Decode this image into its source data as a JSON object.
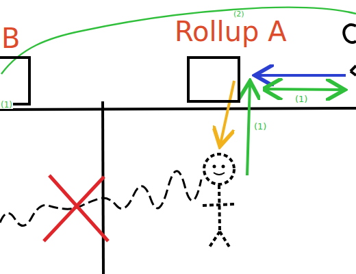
{
  "diagram": {
    "nodes": [
      {
        "text": [
          "B"
        ]
      },
      {
        "text": [
          "Rollup A"
        ]
      }
    ],
    "labels": [
      "(2)",
      "(1)",
      "(1)",
      "(1)"
    ]
  }
}
